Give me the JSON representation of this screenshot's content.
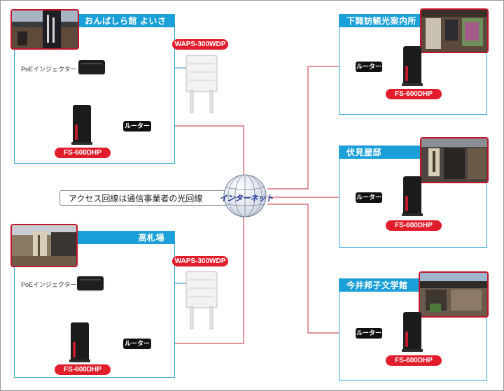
{
  "diagram": {
    "access_note": "アクセス回線は通信事業者の光回線",
    "internet_label": "インターネット",
    "colors": {
      "site_border": "#2ba3d9",
      "title_bar": "#1a9fd8",
      "red_label": "#e11d2c",
      "wire_blue": "#2e92c6",
      "wire_red": "#c8283a"
    },
    "sites": [
      {
        "title": "おんぱしら館 よいさ",
        "poe_label": "PoEインジェクター",
        "ap_label": "WAPS-300WDP",
        "router_tag": "ルーター",
        "device_label": "FS-600DHP"
      },
      {
        "title": "高札場",
        "poe_label": "PoEインジェクター",
        "ap_label": "WAPS-300WDP",
        "router_tag": "ルーター",
        "device_label": "FS-600DHP"
      },
      {
        "title": "下諏訪観光案内所",
        "router_tag": "ルーター",
        "device_label": "FS-600DHP"
      },
      {
        "title": "伏見屋邸",
        "router_tag": "ルーター",
        "device_label": "FS-600DHP"
      },
      {
        "title": "今井邦子文学館",
        "router_tag": "ルーター",
        "device_label": "FS-600DHP"
      }
    ]
  }
}
